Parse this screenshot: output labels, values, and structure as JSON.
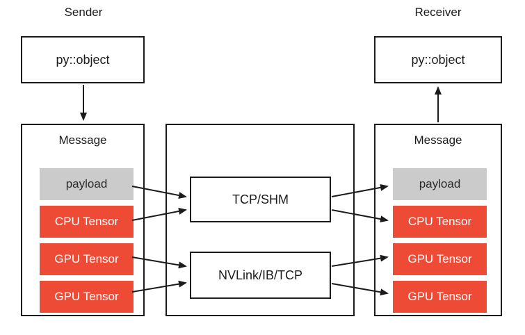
{
  "colors": {
    "line": "#1b1b1b",
    "tensor_red": "#ee4b37",
    "payload_gray": "#cbcbcb",
    "text_dark": "#1c1c1c",
    "text_on_red": "#ffffff",
    "background": "#ffffff"
  },
  "sender": {
    "title": "Sender",
    "py_object_label": "py::object",
    "message": {
      "title": "Message",
      "items": [
        {
          "label": "payload",
          "kind": "payload"
        },
        {
          "label": "CPU Tensor",
          "kind": "cpu-tensor"
        },
        {
          "label": "GPU Tensor",
          "kind": "gpu-tensor"
        },
        {
          "label": "GPU Tensor",
          "kind": "gpu-tensor"
        }
      ]
    }
  },
  "receiver": {
    "title": "Receiver",
    "py_object_label": "py::object",
    "message": {
      "title": "Message",
      "items": [
        {
          "label": "payload",
          "kind": "payload"
        },
        {
          "label": "CPU Tensor",
          "kind": "cpu-tensor"
        },
        {
          "label": "GPU Tensor",
          "kind": "gpu-tensor"
        },
        {
          "label": "GPU Tensor",
          "kind": "gpu-tensor"
        }
      ]
    }
  },
  "transports": [
    {
      "label": "TCP/SHM"
    },
    {
      "label": "NVLink/IB/TCP"
    }
  ]
}
